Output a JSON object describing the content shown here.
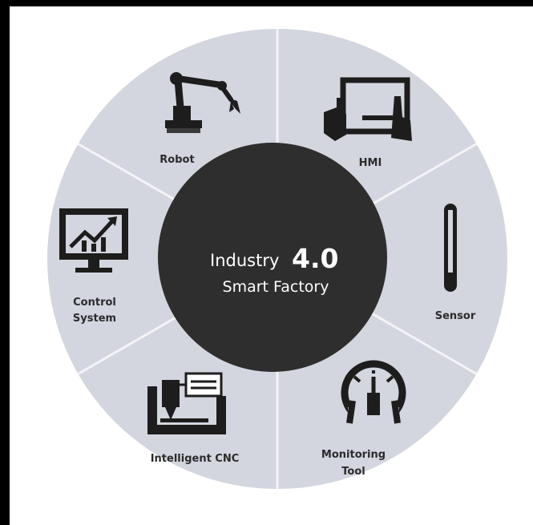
{
  "center": {
    "title_word": "Industry",
    "title_version": "4.0",
    "subtitle": "Smart Factory"
  },
  "segments": [
    {
      "name": "robot",
      "label_lines": [
        "Robot"
      ],
      "icon": "robot-arm-icon"
    },
    {
      "name": "hmi",
      "label_lines": [
        "HMI"
      ],
      "icon": "touch-screen-icon"
    },
    {
      "name": "sensor",
      "label_lines": [
        "Sensor"
      ],
      "icon": "sensor-probe-icon"
    },
    {
      "name": "monitoring-tool",
      "label_lines": [
        "Monitoring",
        "Tool"
      ],
      "icon": "gauge-icon"
    },
    {
      "name": "intelligent-cnc",
      "label_lines": [
        "Intelligent CNC"
      ],
      "icon": "cnc-machine-icon"
    },
    {
      "name": "control-system",
      "label_lines": [
        "Control",
        "System"
      ],
      "icon": "monitor-chart-icon"
    }
  ],
  "colors": {
    "ring": "#d3d5df",
    "divider": "#f4f4f6",
    "center": "#2e2e2e",
    "icon": "#1d1d1d",
    "label": "#2b2b2b",
    "background": "#000000",
    "panel": "#ffffff"
  }
}
